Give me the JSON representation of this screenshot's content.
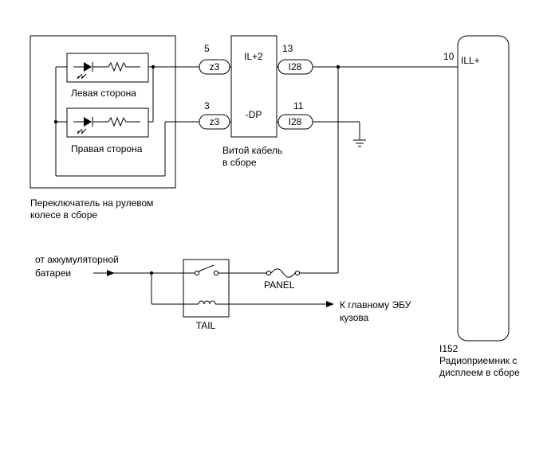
{
  "components": {
    "steering_switch": {
      "name_line1": "Переключатель на рулевом",
      "name_line2": "колесе в сборе",
      "left_label": "Левая сторона",
      "right_label": "Правая сторона"
    },
    "spiral_cable": {
      "name_line1": "Витой кабель",
      "name_line2": "в сборе",
      "signal_top": "IL+2",
      "signal_bottom": "-DP"
    },
    "radio": {
      "code": "I152",
      "name_line1": "Радиоприемник с",
      "name_line2": "дисплеем в сборе",
      "terminal_label": "ILL+",
      "terminal_pin": "10"
    },
    "relay": {
      "label": "TAIL"
    },
    "fuse": {
      "label": "PANEL"
    }
  },
  "connectors": {
    "z3_top": {
      "id": "z3",
      "pin": "5"
    },
    "z3_bottom": {
      "id": "z3",
      "pin": "3"
    },
    "i28_top": {
      "id": "I28",
      "pin": "13"
    },
    "i28_bottom": {
      "id": "I28",
      "pin": "11"
    }
  },
  "annotations": {
    "battery_line1": "от аккумуляторной",
    "battery_line2": "батареи",
    "body_ecu_line1": "К главному ЭБУ",
    "body_ecu_line2": "кузова"
  },
  "colors": {
    "line": "#000000",
    "background": "#ffffff"
  }
}
